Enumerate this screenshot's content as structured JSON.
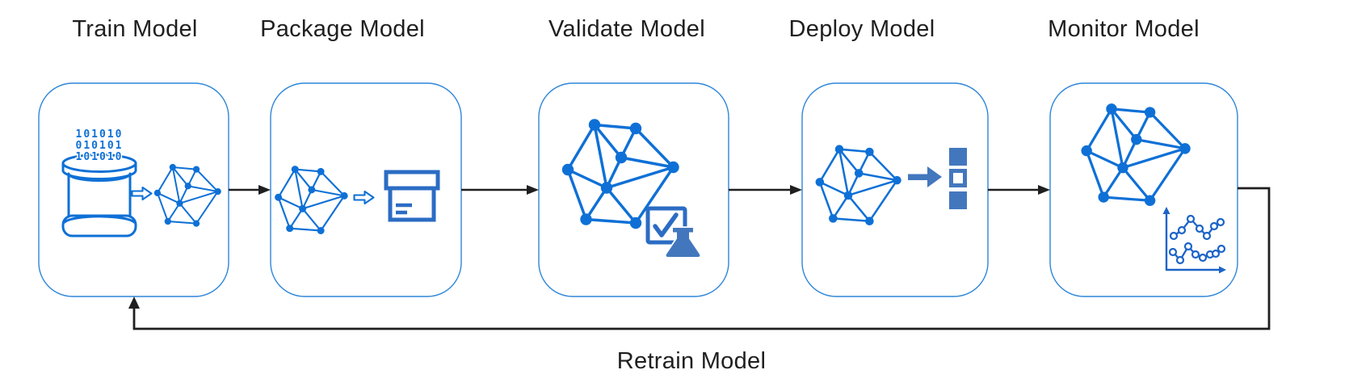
{
  "diagram": {
    "feedback_label": "Retrain Model",
    "colors": {
      "graph_blue": "#0e70d6",
      "steel_blue": "#4377bd",
      "medium_blue": "#2b6cc4",
      "box_border_blue": "#2e86d9",
      "flow_line_black": "#1f1f1f",
      "title_text": "#1f1f1f"
    },
    "stages": [
      {
        "id": "train",
        "label": "Train Model",
        "icons": [
          "database-icon",
          "hollow-arrow-icon",
          "model-graph-icon"
        ],
        "binary": [
          "101010",
          "010101",
          "101010"
        ]
      },
      {
        "id": "package",
        "label": "Package Model",
        "icons": [
          "model-graph-icon",
          "hollow-arrow-icon",
          "package-box-icon"
        ]
      },
      {
        "id": "validate",
        "label": "Validate Model",
        "icons": [
          "model-graph-icon",
          "check-square-icon",
          "flask-icon"
        ]
      },
      {
        "id": "deploy",
        "label": "Deploy Model",
        "icons": [
          "model-graph-icon",
          "solid-arrow-icon",
          "deploy-squares-icon"
        ]
      },
      {
        "id": "monitor",
        "label": "Monitor Model",
        "icons": [
          "model-graph-icon",
          "line-chart-icon"
        ]
      }
    ]
  }
}
